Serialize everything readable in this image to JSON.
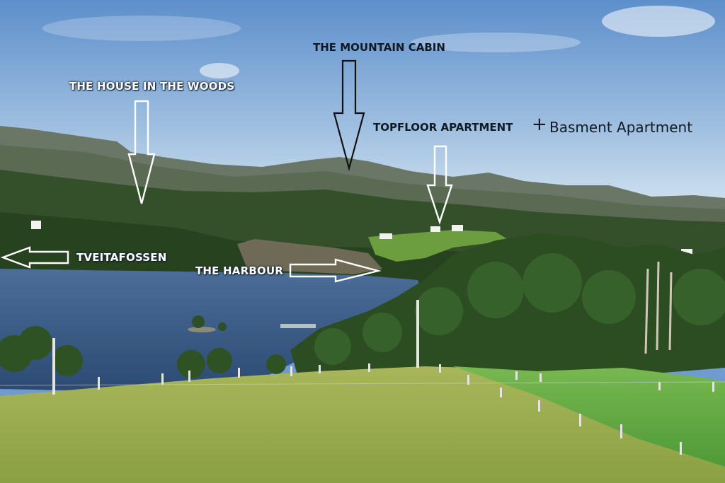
{
  "labels": {
    "mountain_cabin": "THE MOUNTAIN CABIN",
    "house_in_woods": "THE HOUSE IN THE WOODS",
    "topfloor_apartment": "TOPFLOOR APARTMENT",
    "plus_sign": "+",
    "basement_apartment": "Basment Apartment",
    "tveitafossen": "TVEITAFOSSEN",
    "harbour": "THE HARBOUR"
  },
  "colors": {
    "sky_top": "#5d8fcb",
    "sky_bottom": "#c9ddef",
    "mountain": "#5f6e5c",
    "forest": "#2f4a26",
    "lake": "#3a5a86",
    "grass_light": "#9bb04e",
    "grass_field": "#6fb04a",
    "arrow_outline": "#ffffff",
    "arrow_dark": "#1a1a1a"
  }
}
